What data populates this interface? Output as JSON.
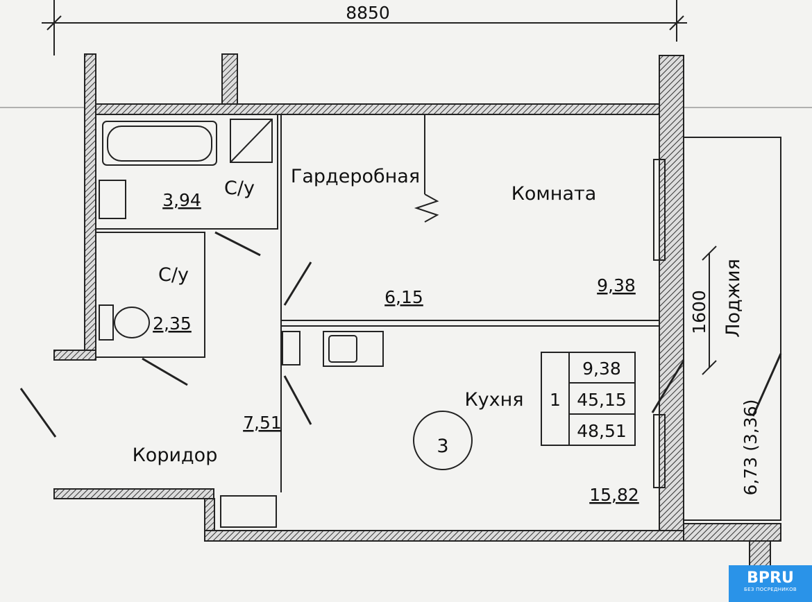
{
  "dimensions": {
    "total_width": "8850",
    "window_width": "1600"
  },
  "rooms": {
    "bathroom_1": {
      "label": "С/у",
      "area": "3,94"
    },
    "bathroom_2": {
      "label": "С/у",
      "area": "2,35"
    },
    "wardrobe": {
      "label": "Гардеробная",
      "area": "6,15"
    },
    "room": {
      "label": "Комната",
      "area": "9,38"
    },
    "kitchen": {
      "label": "Кухня",
      "area": "15,82"
    },
    "corridor": {
      "label": "Коридор",
      "area": "7,51"
    },
    "loggia": {
      "label": "Лоджия",
      "area": "6,73 (3,36)"
    }
  },
  "apartment_number": "3",
  "summary_table": {
    "rooms_count": "1",
    "living_area": "9,38",
    "total_area": "45,15",
    "total_with_loggia": "48,51"
  },
  "logo": {
    "name": "BPRU",
    "tagline": "БЕЗ ПОСРЕДНИКОВ",
    "color": "#2a93e8"
  }
}
